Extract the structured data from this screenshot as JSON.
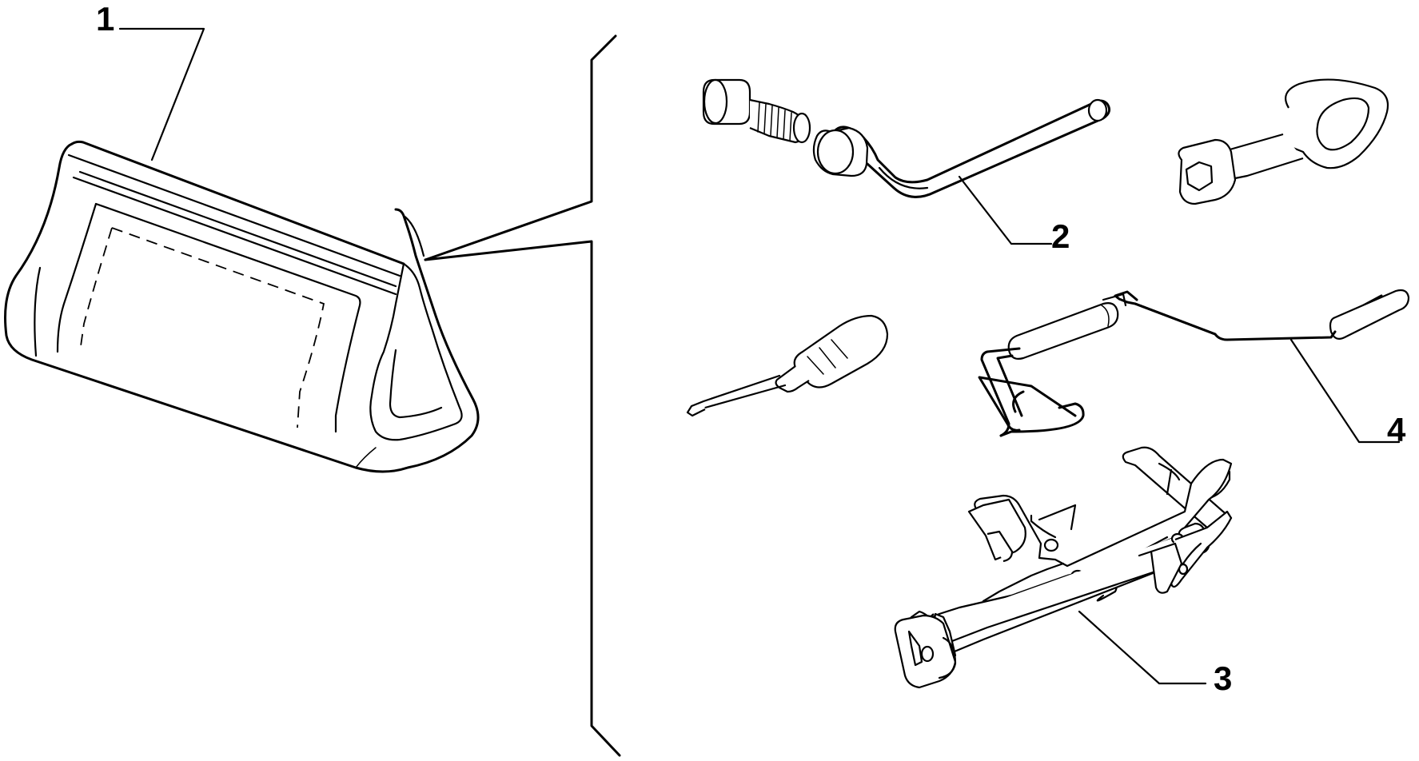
{
  "callouts": [
    {
      "id": "1",
      "label": "1",
      "part": "tool-bag"
    },
    {
      "id": "2",
      "label": "2",
      "part": "wheel-brace"
    },
    {
      "id": "3",
      "label": "3",
      "part": "scissor-jack"
    },
    {
      "id": "4",
      "label": "4",
      "part": "jack-crank-handle"
    }
  ]
}
